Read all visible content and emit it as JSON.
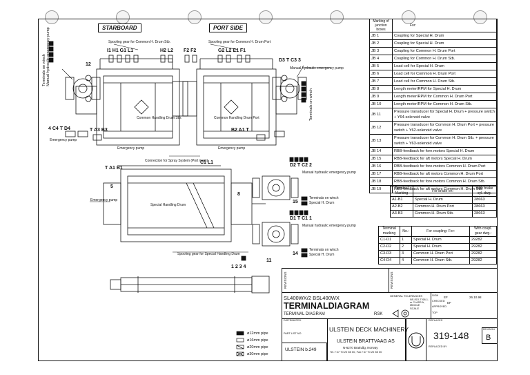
{
  "views": {
    "starboard": "STARBOARD",
    "port_side": "PORT SIDE"
  },
  "labels": {
    "spooling_stb": "Spooling gear for Common H. Drum Stb.",
    "spooling_port": "Spooling gear for Common H. Drum Port",
    "manual_pump_1": "Manual hydraulic emergency pump",
    "manual_pump_2": "Manual hydraulic emergency pump",
    "manual_pump_3": "Manual hydraulic emergency pump",
    "terminals_winch_left": "Terminals on winch",
    "manual_pump_left": "Manual hydraulic emergency pump",
    "common_stb": "Common Handling Drum Stb.",
    "common_port": "Common Handling Drum Port",
    "emergency_pump_1": "Emergency pump",
    "emergency_pump_2": "Emergency pump",
    "emergency_pump_3": "Emergency pump",
    "terminals_winch_right": "Terminals on winch",
    "connection_spray": "Connection for Spray System (Port main)",
    "special_drum": "Special Handling Drum",
    "spooling_special": "Spooling gear for Special Handling Drum",
    "terminals_special_1": "Terminals on winch",
    "special_1": "Special H. Drum",
    "terminals_special_2": "Terminals on winch",
    "special_2": "Special H. Drum"
  },
  "codes": {
    "stb_top": "I1 H1 G1 L1",
    "stb_top2": "H2 L2",
    "port_top": "F2 F2",
    "port_top2": "G2 L2 E1 F1",
    "d3": "D3 T C3 3",
    "c4": "4 C4 T D4",
    "a3": "T A3 B3",
    "b2": "B2 A1 T",
    "c1": "C1 L1",
    "ta": "T A1 B1",
    "d2": "D2 T C2 2",
    "d1": "D1 T C1 1",
    "n1234": "1 2 3 4",
    "n15": "15",
    "n14": "14",
    "n11": "11",
    "n12": "12",
    "n5": "5",
    "n8": "8"
  },
  "jb_header": {
    "col1": "Marking of junction boxes",
    "col2": "For:"
  },
  "jb_rows": [
    [
      "JB 1",
      "Coupling for Special H. Drum"
    ],
    [
      "JB 2",
      "Coupling for Special H. Drum"
    ],
    [
      "JB 3",
      "Coupling for Common H. Drum Port"
    ],
    [
      "JB 4",
      "Coupling for Common H. Drum Stb."
    ],
    [
      "JB 5",
      "Load cell for Special H. Drum"
    ],
    [
      "JB 6",
      "Load cell for Common H. Drum Port"
    ],
    [
      "JB 7",
      "Load cell for Common H. Drum Stb."
    ],
    [
      "JB 8",
      "Length meter/RPM for Special H. Drum"
    ],
    [
      "JB 9",
      "Length meter/RPM for Common H. Drum Port"
    ],
    [
      "JB 10",
      "Length meter/RPM for Common H. Drum Stb."
    ],
    [
      "JB 11",
      "Pressure transducer for Special H. Drum + pressure switch + Y64-solenoid valve"
    ],
    [
      "JB 12",
      "Pressure transducer for Common H. Drum Port + pressure switch + Y62-solenoid valve"
    ],
    [
      "JB 13",
      "Pressure transducer for Common H. Drum Stb. + pressure switch + Y63-solenoid valve"
    ],
    [
      "JB 14",
      "RBB-feedback for fore.motors Special H. Drum"
    ],
    [
      "JB 15",
      "RBB-feedback for aft motors Special H. Drum"
    ],
    [
      "JB 16",
      "RBB-feedback for fore.motors Common H. Drum Port"
    ],
    [
      "JB 17",
      "RBB-feedback for aft motors Common H. Drum Port"
    ],
    [
      "JB 18",
      "RBB-feedback for fore.motors Common H. Drum Stb."
    ],
    [
      "JB 19",
      "RBB-feedback for aft motors Common H. Drum Stb."
    ]
  ],
  "brake_header": {
    "c1": "Terminal Marking",
    "c2": "For brake on:",
    "c3": "With brake cyl. dwg."
  },
  "brake_rows": [
    [
      "A1-B1",
      "Special H. Drum",
      "28663"
    ],
    [
      "A2-B2",
      "Common H. Drum Port",
      "28663"
    ],
    [
      "A3-B3",
      "Common H. Drum Stb.",
      "28663"
    ]
  ],
  "coupling_header": {
    "c1": "Terminal marking",
    "c2": "No.:",
    "c3": "For coupling: For:",
    "c4": "With coupl. gear dwg.:"
  },
  "coupling_rows": [
    [
      "C1-D1",
      "1",
      "Special H. Drum",
      "29282"
    ],
    [
      "C2-D2",
      "2",
      "Special H. Drum",
      "29282"
    ],
    [
      "C3-D3",
      "3",
      "Common H. Drum Port",
      "29282"
    ],
    [
      "C4-D4",
      "4",
      "Common H. Drum Stb.",
      "29282"
    ]
  ],
  "legend": [
    "ø12mm pipe",
    "ø16mm pipe",
    "ø20mm pipe",
    "ø30mm pipe"
  ],
  "title_block": {
    "project": "SL400WX/2 BSL400WX",
    "title": "TERMINALDIAGRAM",
    "subtitle": "TERMINAL DIAGRAM",
    "rsk": "RSK",
    "company": "ULSTEIN DECK MACHINERY",
    "address1": "ULSTEIN BRATTVAAG AS",
    "address2": "N-6270 Brattvåg, Norway",
    "address3": "Tel.:+47 70 20 85 00, Fax:+47 70 20 85 00",
    "dwg_no": "319-148",
    "revision": "B",
    "ulstein_ref": "ULSTEIN b.249",
    "general_tolerances": "GENERAL TOLERANCES",
    "tol_std": "NS-ISO 2768-1-m CLASS A, MIDDLE",
    "scale": "SCALE",
    "approved": "APPROVED",
    "top": "TOP",
    "checked": "CHECKED",
    "sign": "SIGN",
    "date": "26.10.98",
    "initials1": "EF",
    "initials2": "EF",
    "distributed": "DISTRIBUTED",
    "part_list": "PART LIST NO",
    "replaces": "REPLACES",
    "replaced_by": "REPLACED BY",
    "rev_label": "REVISION",
    "revisions": "REVISIONS"
  }
}
